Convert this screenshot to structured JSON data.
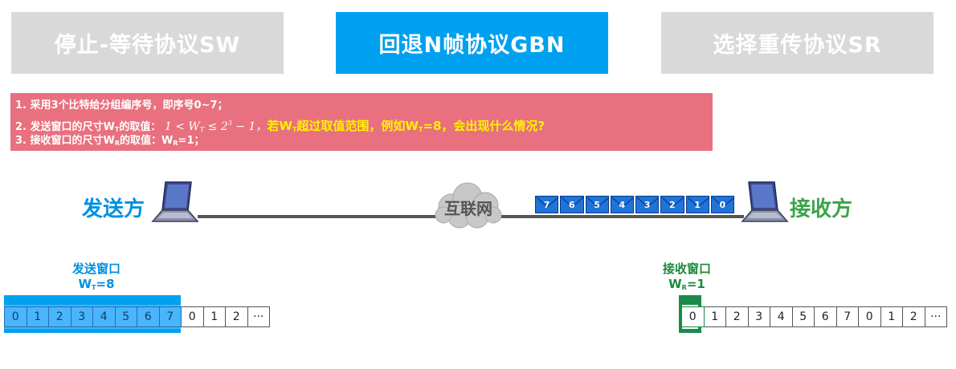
{
  "tabs": [
    {
      "label": "停止-等待协议SW",
      "active": false
    },
    {
      "label": "回退N帧协议GBN",
      "active": true
    },
    {
      "label": "选择重传协议SR",
      "active": false
    }
  ],
  "info": {
    "line1": "1. 采用3个比特给分组编序号，即序号0~7；",
    "line2_prefix": "2. 发送窗口的尺寸W",
    "line2_sub": "T",
    "line2_mid": "的取值：",
    "line2_formula_a": "1 < W",
    "line2_formula_sub": "T",
    "line2_formula_b": " ≤ 2",
    "line2_formula_sup": "3",
    "line2_formula_c": " − 1，",
    "line2_question_a": "若W",
    "line2_question_sub1": "T",
    "line2_question_b": "超过取值范围，例如W",
    "line2_question_sub2": "T",
    "line2_question_c": "=8，会出现什么情况?",
    "line3_prefix": "3. 接收窗口的尺寸W",
    "line3_sub": "R",
    "line3_mid": "的取值：W",
    "line3_sub2": "R",
    "line3_suffix": "=1；"
  },
  "sender_label": "发送方",
  "receiver_label": "接收方",
  "cloud_label": "互联网",
  "frames_in_transit": [
    "7",
    "6",
    "5",
    "4",
    "3",
    "2",
    "1",
    "0"
  ],
  "send_window": {
    "title": "发送窗口",
    "value_prefix": "W",
    "value_sub": "T",
    "value_suffix": "=8",
    "size": 8
  },
  "recv_window": {
    "title": "接收窗口",
    "value_prefix": "W",
    "value_sub": "R",
    "value_suffix": "=1",
    "size": 1
  },
  "sender_sequence": [
    "0",
    "1",
    "2",
    "3",
    "4",
    "5",
    "6",
    "7",
    "0",
    "1",
    "2",
    "···"
  ],
  "receiver_sequence": [
    "0",
    "1",
    "2",
    "3",
    "4",
    "5",
    "6",
    "7",
    "0",
    "1",
    "2",
    "···"
  ],
  "colors": {
    "active_tab": "#00a0f0",
    "inactive_tab": "#d9d9d9",
    "info_box": "#e9707e",
    "sender": "#0090e0",
    "receiver": "#3aa34a",
    "frame": "#1e74d8"
  }
}
